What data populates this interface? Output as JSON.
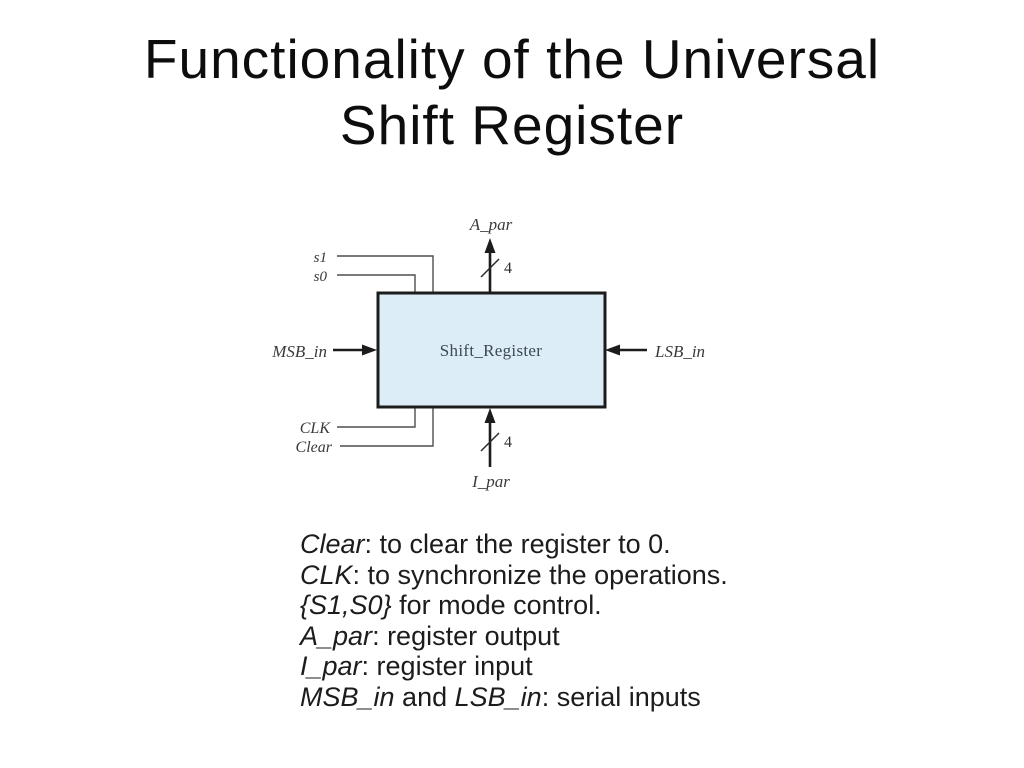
{
  "slide": {
    "title_line1": "Functionality of the Universal",
    "title_line2": "Shift Register"
  },
  "diagram": {
    "block_label": "Shift_Register",
    "colors": {
      "block_fill": "#dcedf8",
      "block_border": "#1c1c1c",
      "control_line": "#4e4e4e"
    },
    "labels": {
      "a_par": "A_par",
      "i_par": "I_par",
      "s1": "s1",
      "s0": "s0",
      "msb_in": "MSB_in",
      "lsb_in": "LSB_in",
      "clk": "CLK",
      "clear": "Clear",
      "bus_width_top": "4",
      "bus_width_bottom": "4"
    }
  },
  "notes": {
    "lines": [
      {
        "runs": [
          {
            "text": "Clear",
            "italic": true
          },
          {
            "text": ": to clear the register to 0.",
            "italic": false
          }
        ]
      },
      {
        "runs": [
          {
            "text": "CLK",
            "italic": true
          },
          {
            "text": ": to synchronize the operations.",
            "italic": false
          }
        ]
      },
      {
        "runs": [
          {
            "text": "{S1,S0}",
            "italic": true
          },
          {
            "text": " for mode control.",
            "italic": false
          }
        ]
      },
      {
        "runs": [
          {
            "text": "A_par",
            "italic": true
          },
          {
            "text": ": register output",
            "italic": false
          }
        ]
      },
      {
        "runs": [
          {
            "text": "I_par",
            "italic": true
          },
          {
            "text": ": register input",
            "italic": false
          }
        ]
      },
      {
        "runs": [
          {
            "text": "MSB_in",
            "italic": true
          },
          {
            "text": " and ",
            "italic": false
          },
          {
            "text": "LSB_in",
            "italic": true
          },
          {
            "text": ": serial inputs",
            "italic": false
          }
        ]
      }
    ]
  }
}
